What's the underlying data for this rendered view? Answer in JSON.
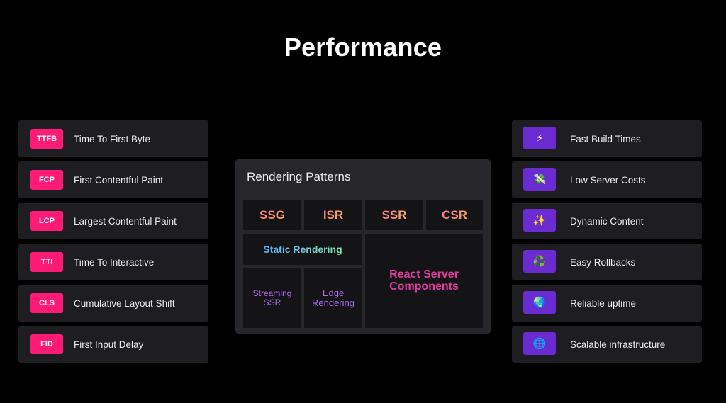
{
  "title": "Performance",
  "metrics": [
    {
      "abbr": "TTFB",
      "label": "Time To First Byte"
    },
    {
      "abbr": "FCP",
      "label": "First Contentful Paint"
    },
    {
      "abbr": "LCP",
      "label": "Largest Contentful Paint"
    },
    {
      "abbr": "TTI",
      "label": "Time To Interactive"
    },
    {
      "abbr": "CLS",
      "label": "Cumulative Layout Shift"
    },
    {
      "abbr": "FID",
      "label": "First Input Delay"
    }
  ],
  "panel": {
    "title": "Rendering Patterns",
    "ssg": "SSG",
    "isr": "ISR",
    "ssr": "SSR",
    "csr": "CSR",
    "static_rendering": "Static Rendering",
    "streaming_ssr": "Streaming SSR",
    "edge_rendering": "Edge Rendering",
    "rsc": "React Server Components"
  },
  "benefits": [
    {
      "icon": "lightning-icon",
      "glyph": "⚡",
      "label": "Fast Build Times"
    },
    {
      "icon": "money-icon",
      "glyph": "💸",
      "label": "Low Server Costs"
    },
    {
      "icon": "sparkles-icon",
      "glyph": "✨",
      "label": "Dynamic Content"
    },
    {
      "icon": "recycle-icon",
      "glyph": "♻️",
      "label": "Easy Rollbacks"
    },
    {
      "icon": "globe-icon",
      "glyph": "🌏",
      "label": "Reliable uptime"
    },
    {
      "icon": "globe-grid-icon",
      "glyph": "🌐",
      "label": "Scalable infrastructure"
    }
  ],
  "colors": {
    "metric_badge": "#ff1a75",
    "icon_badge": "#6a2bd1",
    "row_bg": "#1e1e22",
    "panel_bg": "#26262b"
  }
}
